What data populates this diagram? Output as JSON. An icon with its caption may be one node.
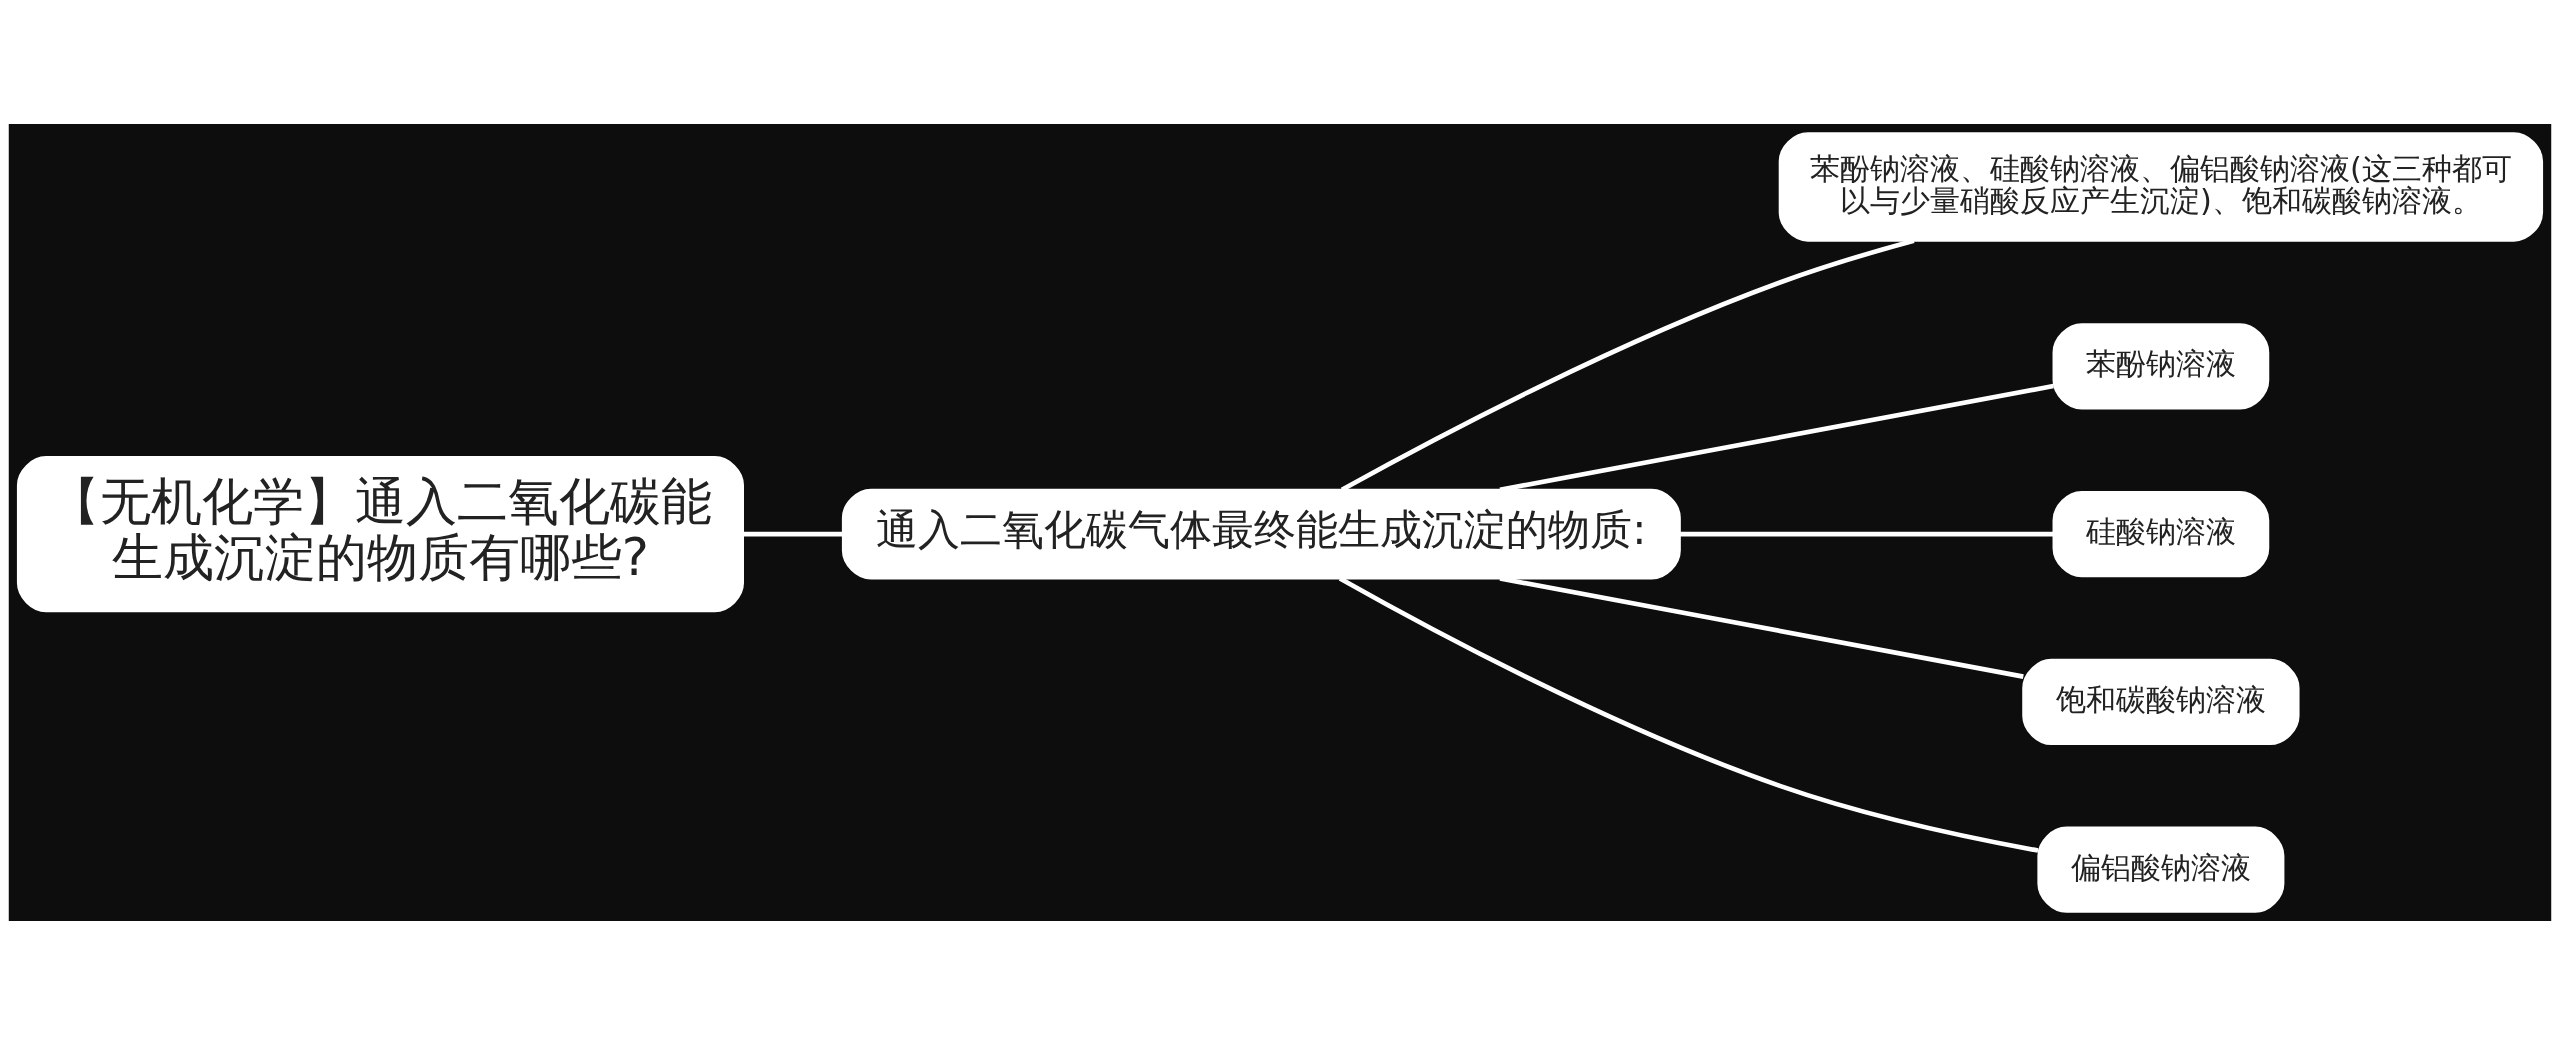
{
  "diagram": {
    "nodes": [
      {
        "text": [
          "【无机化学】通入二氧化碳能生成沉淀的物质有哪些?"
        ]
      },
      {
        "text": [
          "通入二氧化碳气体最终能生成沉淀的物质:"
        ]
      },
      {
        "text": [
          "苯酚钠溶液、硅酸钠溶液、偏铝酸钠溶液(这三种都可以与少量硝酸反应产生沉淀)、饱和碳酸钠溶液。"
        ]
      },
      {
        "text": [
          "苯酚钠溶液"
        ]
      },
      {
        "text": [
          "硅酸钠溶液"
        ]
      },
      {
        "text": [
          "饱和碳酸钠溶液"
        ]
      },
      {
        "text": [
          "偏铝酸钠溶液"
        ]
      }
    ],
    "edges": [
      {
        "from": 0,
        "to": 1,
        "arrow": "none"
      },
      {
        "from": 1,
        "to": 2,
        "arrow": "none"
      },
      {
        "from": 1,
        "to": 3,
        "arrow": "none"
      },
      {
        "from": 1,
        "to": 4,
        "arrow": "none"
      },
      {
        "from": 1,
        "to": 5,
        "arrow": "none"
      },
      {
        "from": 1,
        "to": 6,
        "arrow": "none"
      }
    ]
  }
}
